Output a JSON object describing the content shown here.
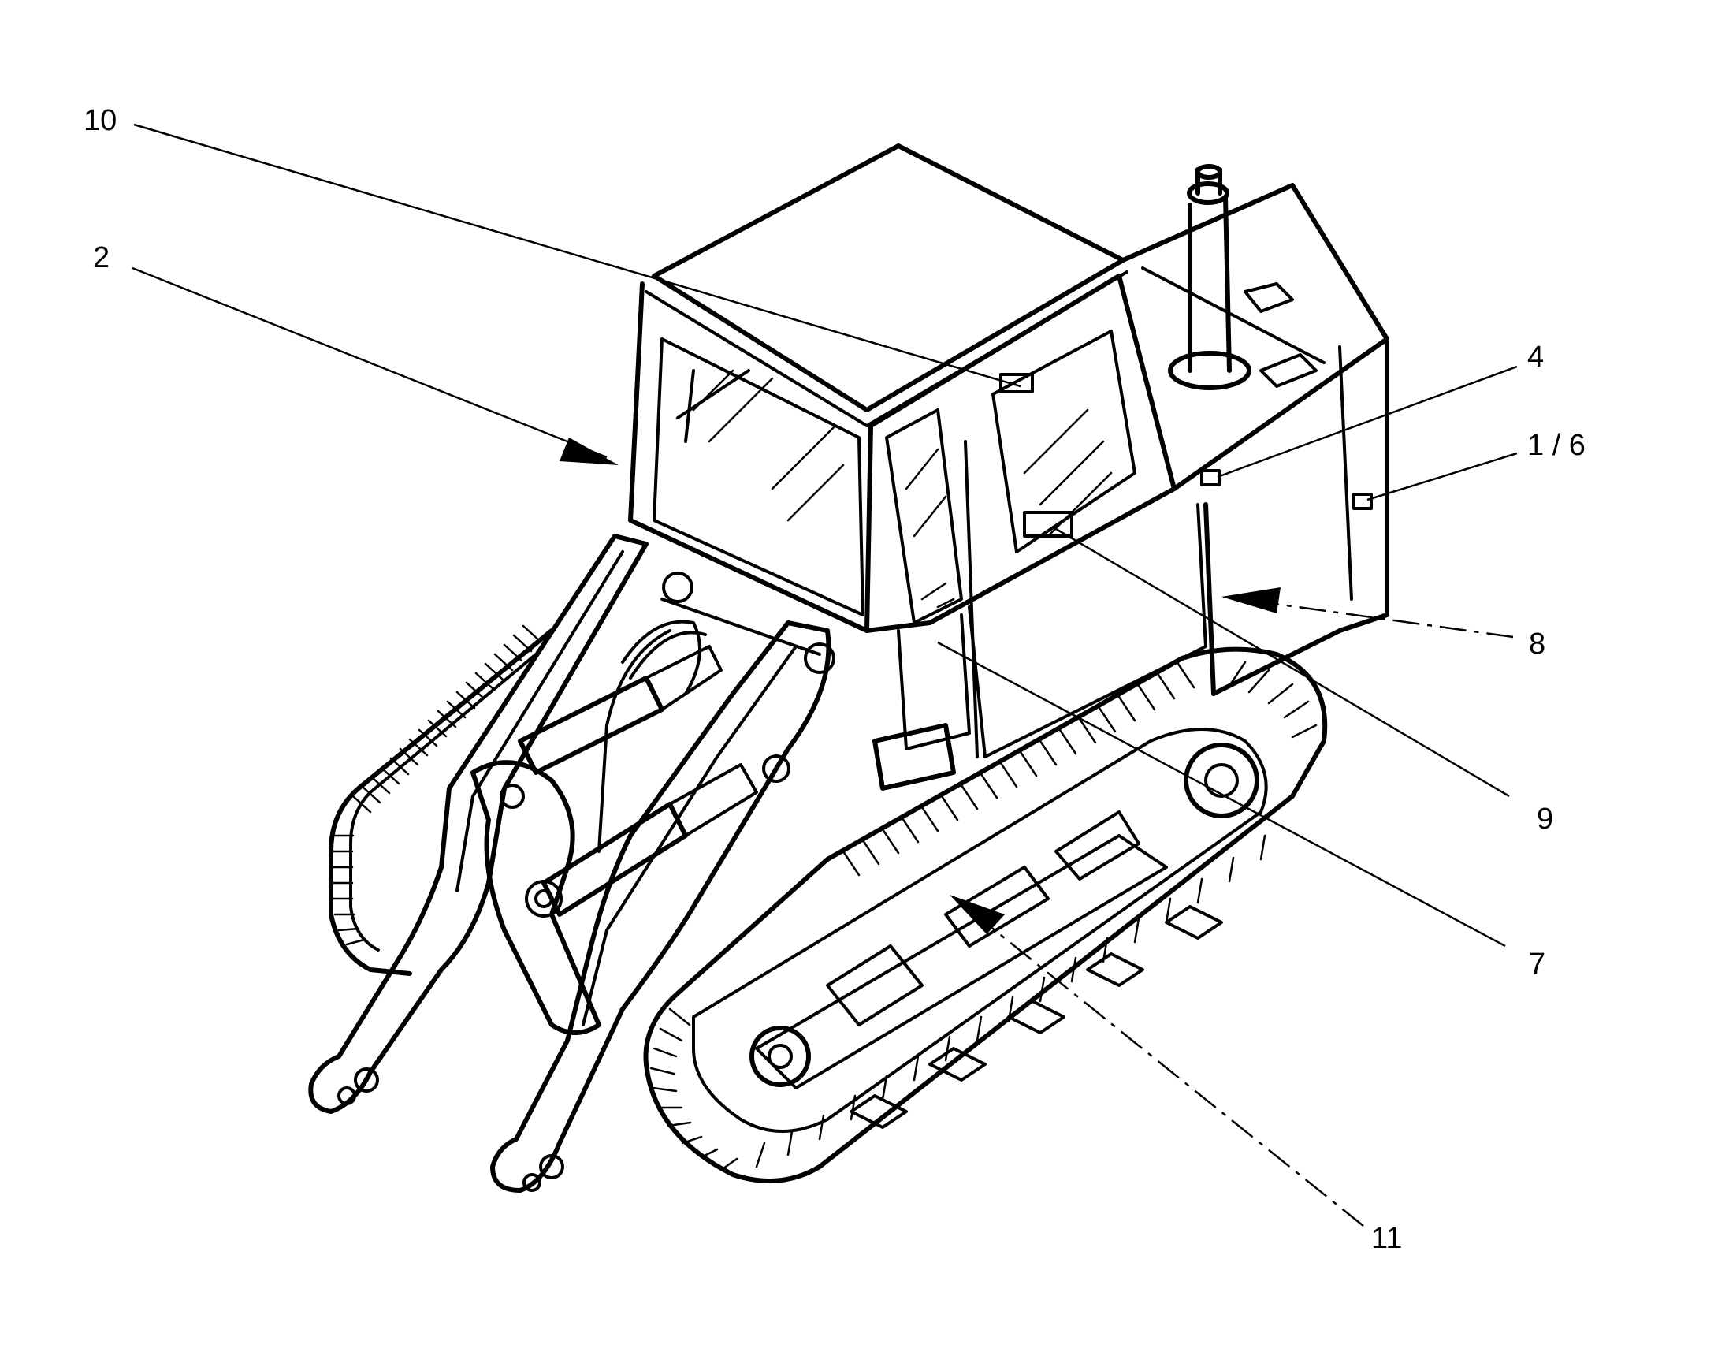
{
  "figure": {
    "subject": "crawler loader with cab, boom arms and tracks",
    "callouts": [
      {
        "id": "c10",
        "text": "10"
      },
      {
        "id": "c2",
        "text": "2"
      },
      {
        "id": "c4",
        "text": "4"
      },
      {
        "id": "c16",
        "text": "1 / 6"
      },
      {
        "id": "c8",
        "text": "8"
      },
      {
        "id": "c9",
        "text": "9"
      },
      {
        "id": "c7",
        "text": "7"
      },
      {
        "id": "c11",
        "text": "11"
      }
    ]
  }
}
